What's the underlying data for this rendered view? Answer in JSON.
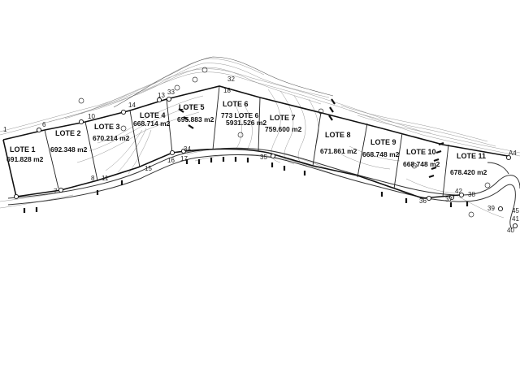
{
  "lots": [
    {
      "name": "LOTE 1",
      "area": "691.828 m2"
    },
    {
      "name": "LOTE 2",
      "area": "692.348 m2"
    },
    {
      "name": "LOTE 3",
      "area": "670.214 m2"
    },
    {
      "name": "LOTE 4",
      "area": "668.714 m2"
    },
    {
      "name": "LOTE 5",
      "area": "695.883 m2"
    },
    {
      "name": "LOTE 6",
      "area": "773 LOTE 6"
    },
    {
      "name": "",
      "area": "5931.526 m2"
    },
    {
      "name": "LOTE 7",
      "area": "759.600 m2"
    },
    {
      "name": "LOTE 8",
      "area": "671.861 m2"
    },
    {
      "name": "LOTE 9",
      "area": "668.748 m2"
    },
    {
      "name": "LOTE 10",
      "area": "668.748 m2"
    },
    {
      "name": "LOTE 11",
      "area": "678.420 m2"
    }
  ],
  "vertex_labels": [
    "1",
    "6",
    "7",
    "8",
    "10",
    "11",
    "13",
    "14",
    "15",
    "16",
    "17",
    "18",
    "32",
    "33",
    "34",
    "35",
    "36",
    "37",
    "38",
    "39",
    "40",
    "41",
    "42",
    "45",
    "A4"
  ],
  "colors": {
    "lines": "#111111",
    "contours": "#8a8a8a",
    "background": "#ffffff"
  }
}
